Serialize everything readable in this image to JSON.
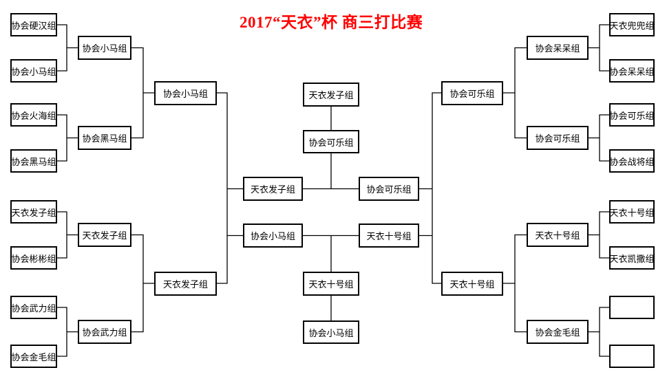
{
  "title": {
    "text": "2017“天衣”杯 商三打比赛",
    "color": "#ff0000"
  },
  "bracket": {
    "left": {
      "round1": [
        "协会硬汉组",
        "协会小马组",
        "协会火海组",
        "协会黑马组",
        "天衣发子组",
        "协会彬彬组",
        "协会武力组",
        "协会金毛组"
      ],
      "round2": [
        "协会小马组",
        "协会黑马组",
        "天衣发子组",
        "协会武力组"
      ],
      "round3": [
        "协会小马组",
        "天衣发子组"
      ]
    },
    "right": {
      "round1": [
        "天衣兜兜组",
        "协会呆呆组",
        "协会可乐组",
        "协会战将组",
        "天衣十号组",
        "天衣凯撒组",
        "",
        ""
      ],
      "round2": [
        "协会呆呆组",
        "协会可乐组",
        "天衣十号组",
        "协会金毛组"
      ],
      "round3": [
        "协会可乐组",
        "天衣十号组"
      ]
    },
    "final": {
      "left_finalist": "天衣发子组",
      "right_finalist": "协会可乐组",
      "winner": "协会可乐组",
      "champion": "天衣发子组"
    },
    "third_place": {
      "left": "协会小马组",
      "right": "天衣十号组",
      "winner": "天衣十号组",
      "second": "协会小马组"
    }
  },
  "colors": {
    "background": "#ffffff",
    "box_border": "#000000",
    "line": "#000000",
    "title_red": "#ff0000"
  }
}
